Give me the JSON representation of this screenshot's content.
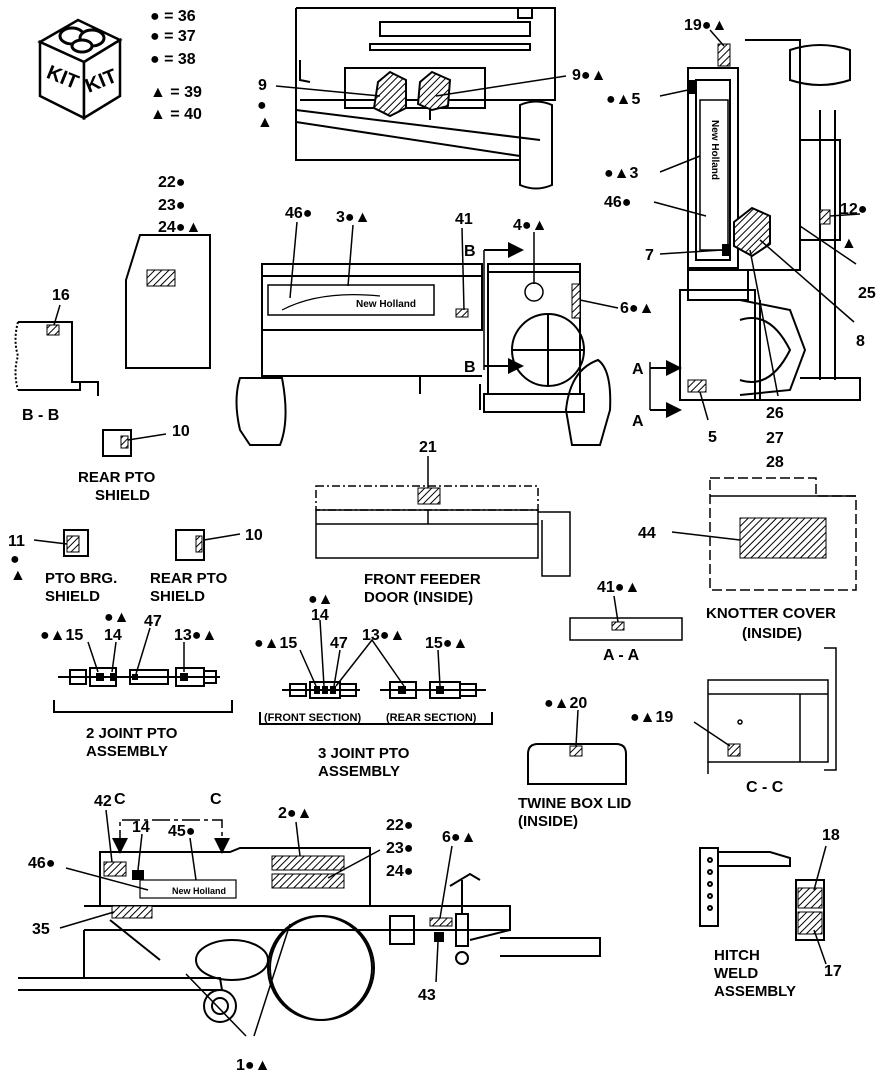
{
  "legend": {
    "kit_left": "KIT",
    "kit_right": "KIT",
    "rows": [
      "● = 36",
      "● = 37",
      "● = 38",
      "▲ = 39",
      "▲ = 40"
    ]
  },
  "labels": {
    "l9a": "9",
    "l9a_c": "●",
    "l9a_t": "▲",
    "l9b": "9●▲",
    "l19top": "19●▲",
    "l5top": "●▲5",
    "l3side": "●▲3",
    "l46side": "46●",
    "l12": "12●",
    "l12t": "▲",
    "l7": "7",
    "l25": "25",
    "l8": "8",
    "l26": "26",
    "l27": "27",
    "l28": "28",
    "l5bot": "5",
    "lA1": "A",
    "lA2": "A",
    "l22a": "22●",
    "l23a": "23●",
    "l24a": "24●▲",
    "l16": "16",
    "lBB": "B - B",
    "l46m": "46●",
    "l3m": "3●▲",
    "l41m": "41",
    "l4m": "4●▲",
    "l6m": "6●▲",
    "lB1": "B",
    "lB2": "B",
    "l10a": "10",
    "l21": "21",
    "l44": "44",
    "l11": "11",
    "l11c": "●",
    "l11t": "▲",
    "l10b": "10",
    "l41aa": "41●▲",
    "lAA": "A - A",
    "j2_15": "●▲15",
    "j2_14a": "●▲",
    "j2_14": "14",
    "j2_47": "47",
    "j2_13": "13●▲",
    "j3_top": "●▲",
    "j3_14": "14",
    "j3_15a": "●▲15",
    "j3_47": "47",
    "j3_13": "13●▲",
    "j3_15b": "15●▲",
    "front_section": "(FRONT SECTION)",
    "rear_section": "(REAR SECTION)",
    "l20": "●▲20",
    "l19cc": "●▲19",
    "lCC": "C - C",
    "l42": "42",
    "lC1": "C",
    "lC2": "C",
    "l14b": "14",
    "l45": "45●",
    "l2": "2●▲",
    "l22b": "22●",
    "l23b": "23●",
    "l24b": "24●",
    "l6b": "6●▲",
    "l46b": "46●",
    "l35": "35",
    "l43": "43",
    "l1": "1●▲",
    "l18": "18",
    "l17": "17"
  },
  "decals": {
    "brand": "New Holland"
  },
  "captions": {
    "rear_pto_shield_1": [
      "REAR PTO",
      "SHIELD"
    ],
    "pto_brg_shield": [
      "PTO BRG.",
      "SHIELD"
    ],
    "rear_pto_shield_2": [
      "REAR PTO",
      "SHIELD"
    ],
    "front_feeder_door": [
      "FRONT FEEDER",
      "DOOR (INSIDE)"
    ],
    "knotter_cover": [
      "KNOTTER COVER",
      "(INSIDE)"
    ],
    "two_joint_pto": [
      "2 JOINT PTO",
      "ASSEMBLY"
    ],
    "three_joint_pto": [
      "3 JOINT PTO",
      "ASSEMBLY"
    ],
    "twine_box_lid": [
      "TWINE BOX LID",
      "(INSIDE)"
    ],
    "hitch_weld": [
      "HITCH",
      "WELD",
      "ASSEMBLY"
    ]
  }
}
